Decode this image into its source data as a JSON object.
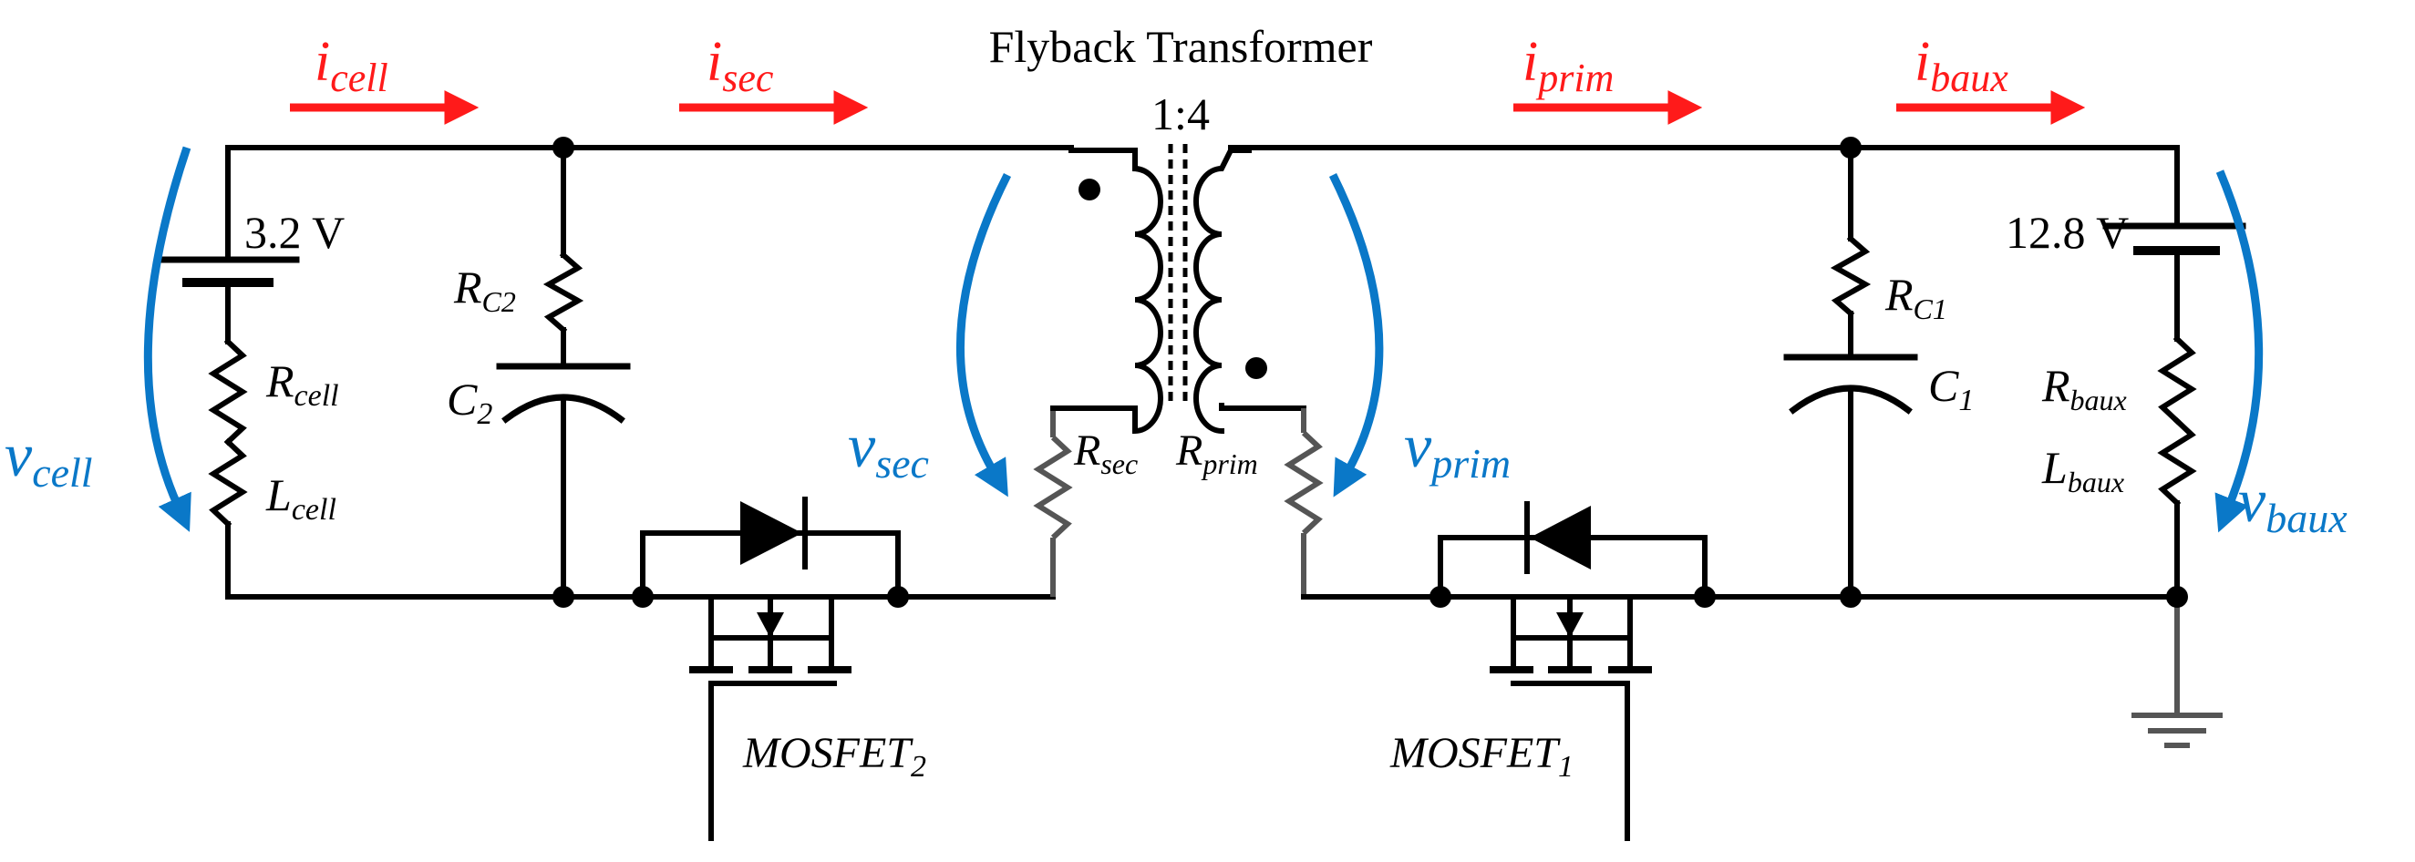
{
  "title": "Flyback Transformer",
  "turns_ratio": "1:4",
  "colors": {
    "current": "#ff1a1a",
    "voltage": "#0a78c8",
    "wire": "#000000"
  },
  "currents": [
    {
      "base": "i",
      "sub": "cell"
    },
    {
      "base": "i",
      "sub": "sec"
    },
    {
      "base": "i",
      "sub": "prim"
    },
    {
      "base": "i",
      "sub": "baux"
    }
  ],
  "voltages": [
    {
      "base": "v",
      "sub": "cell"
    },
    {
      "base": "v",
      "sub": "sec"
    },
    {
      "base": "v",
      "sub": "prim"
    },
    {
      "base": "v",
      "sub": "baux"
    }
  ],
  "sources": {
    "cell_voltage": "3.2 V",
    "baux_voltage": "12.8 V"
  },
  "components": {
    "r_cell": {
      "base": "R",
      "sub": "cell"
    },
    "l_cell": {
      "base": "L",
      "sub": "cell"
    },
    "r_c2": {
      "base": "R",
      "sub": "C2"
    },
    "c2": {
      "base": "C",
      "sub": "2"
    },
    "r_sec": {
      "base": "R",
      "sub": "sec"
    },
    "r_prim": {
      "base": "R",
      "sub": "prim"
    },
    "r_c1": {
      "base": "R",
      "sub": "C1"
    },
    "c1": {
      "base": "C",
      "sub": "1"
    },
    "r_baux": {
      "base": "R",
      "sub": "baux"
    },
    "l_baux": {
      "base": "L",
      "sub": "baux"
    },
    "mosfet2": {
      "base": "MOSFET",
      "sub": "2"
    },
    "mosfet1": {
      "base": "MOSFET",
      "sub": "1"
    }
  }
}
